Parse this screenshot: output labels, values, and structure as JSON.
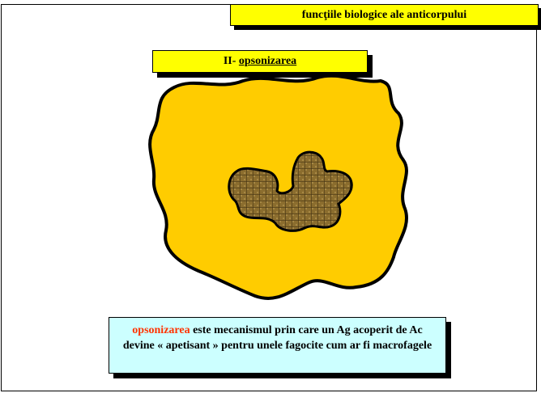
{
  "title": "funcţiile biologice ale anticorpului",
  "subtitle": {
    "prefix": "II- ",
    "term": "opsonizarea"
  },
  "caption": {
    "highlight": "opsonizarea",
    "text": " este mecanismul prin care un Ag acoperit de Ac devine « apetisant » pentru unele fagocite cum ar fi macrofagele"
  },
  "colors": {
    "title_bg": "#ffff00",
    "phagocyte_fill": "#ffcc00",
    "antigen_fill": "#8b6d2e",
    "caption_bg": "#ccffff",
    "caption_highlight": "#ff3300"
  }
}
